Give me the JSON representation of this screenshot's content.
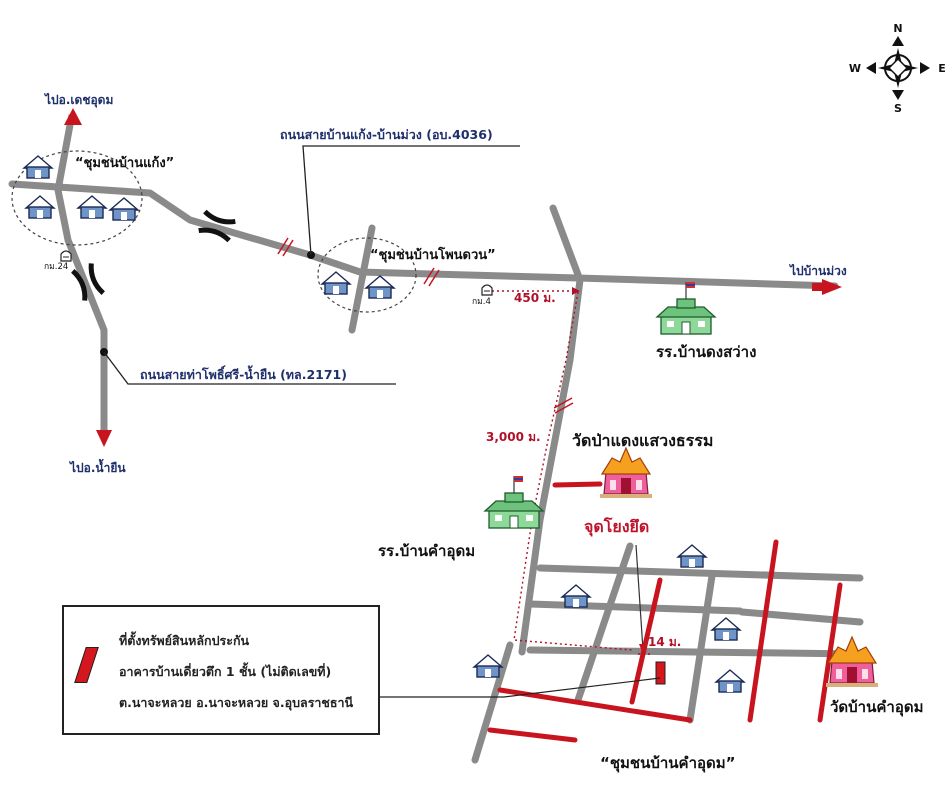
{
  "compass": {
    "n": "N",
    "s": "S",
    "e": "E",
    "w": "W",
    "icon": "compass-rose-icon"
  },
  "places": {
    "community_baan_kaeng": "“ชุมชนบ้านแก้ง”",
    "community_baan_phon_duan": "“ชุมชนบ้านโพนดวน”",
    "community_baan_kham_udom": "“ชุมชนบ้านคำอุดม”",
    "school_dong_sawang": "รร.บ้านดงสว่าง",
    "school_kham_udom": "รร.บ้านคำอุดม",
    "temple_pa_daeng": "วัดป่าแดงแสวงธรรม",
    "temple_kham_udom": "วัดบ้านคำอุดม",
    "reference_point": "จุดโยงยึด"
  },
  "directions": {
    "to_det_udom": "ไปอ.เดชอุดม",
    "to_nam_yuen": "ไปอ.น้ำยืน",
    "to_baan_muang": "ไปบ้านม่วง"
  },
  "roads": {
    "road_4036": "ถนนสายบ้านแก้ง-บ้านม่วง (อบ.4036)",
    "road_2171": "ถนนสายท่าโพธิ์ศรี-น้ำยืน (ทล.2171)"
  },
  "distances": {
    "d450": "450 ม.",
    "d3000": "3,000 ม.",
    "d14": "14 ม."
  },
  "km_markers": {
    "km24": "กม.24",
    "km4": "กม.4"
  },
  "legend": {
    "line1": "ที่ตั้งทรัพย์สินหลักประกัน",
    "line2": "อาคารบ้านเดี่ยวตึก 1 ชั้น (ไม่ติดเลขที่)",
    "line3": "ต.นาจะหลวย   อ.นาจะหลวย  จ.อุบลราชธานี"
  },
  "colors": {
    "road": "#8a8a8a",
    "property_road": "#c8141e",
    "label_navy": "#1f2f6b",
    "distance_red": "#b0102a",
    "school_green": "#7ccf8a",
    "house_blue": "#6f95c8",
    "temple_pink": "#ef5f9b"
  }
}
